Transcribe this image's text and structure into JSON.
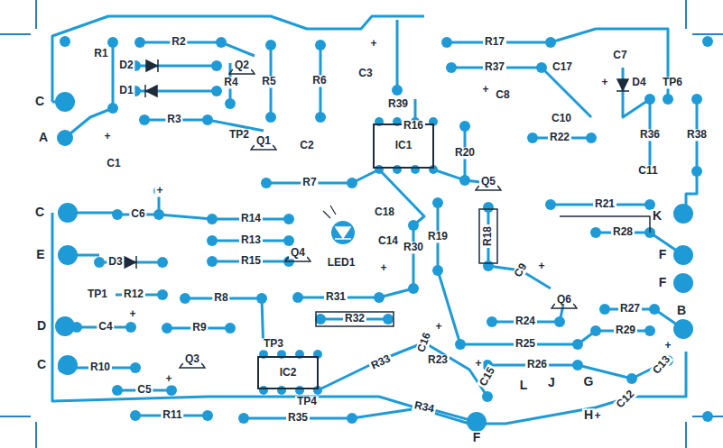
{
  "diagram": {
    "nodes": [
      {
        "text": [
          "IC1"
        ]
      },
      {
        "text": [
          "IC2"
        ]
      }
    ],
    "labels": [
      "C",
      "A",
      "C",
      "E",
      "D",
      "C",
      "R1",
      "R2",
      "D2",
      "D1",
      "Q2",
      "R4",
      "R5",
      "R6",
      "+",
      "C3",
      "R3",
      "TP2",
      "Q1",
      "C2",
      "+",
      "C1",
      "R39",
      "R16",
      "R7",
      "C6",
      "+",
      "R14",
      "R13",
      "R15",
      "Q4",
      "LED1",
      "C18",
      "C14",
      "+",
      "R30",
      "D3",
      "TP1",
      "R12",
      "R8",
      "R9",
      "C4",
      "+",
      "R31",
      "R32",
      "TP3",
      "TP4",
      "R10",
      "Q3",
      "C5",
      "+",
      "R11",
      "R35",
      "R33",
      "R34",
      "C16",
      "+",
      "R17",
      "R37",
      "C17",
      "C7",
      "+",
      "D4",
      "TP6",
      "+",
      "C8",
      "C10",
      "R22",
      "R20",
      "Q5",
      "R36",
      "R38",
      "C11",
      "R21",
      "K",
      "R28",
      "F",
      "F",
      "R19",
      "R18",
      "C9",
      "+",
      "Q6",
      "R27",
      "R29",
      "B",
      "R24",
      "R25",
      "R26",
      "R23",
      "J",
      "G",
      "L",
      "C15",
      "+",
      "C13",
      "+",
      "C12",
      "+",
      "H",
      "F"
    ]
  }
}
